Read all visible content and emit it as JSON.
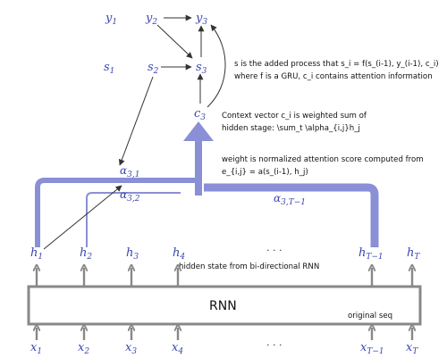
{
  "decoder": {
    "y1": "y",
    "y1_sub": "1",
    "y2": "y",
    "y2_sub": "2",
    "y3": "y",
    "y3_sub": "3",
    "s1": "s",
    "s1_sub": "1",
    "s2": "s",
    "s2_sub": "2",
    "s3": "s",
    "s3_sub": "3",
    "c3": "c",
    "c3_sub": "3"
  },
  "weights": {
    "a31": "α",
    "a31_sub": "3,1",
    "a32": "α",
    "a32_sub": "3,2",
    "a3T": "α",
    "a3T_sub": "3,T−1"
  },
  "hidden": {
    "symbol": "h",
    "subs": [
      "1",
      "2",
      "3",
      "4",
      "T−1",
      "T"
    ],
    "dots": "· · ·"
  },
  "inputs": {
    "symbol": "x",
    "subs": [
      "1",
      "2",
      "3",
      "4",
      "T−1",
      "T"
    ],
    "dots": "· · ·"
  },
  "annotations": {
    "s_process_line1": "s is the added process that s_i = f(s_(i-1), y_(i-1), c_i)",
    "s_process_line2": "where f is a GRU, c_i contains attention information",
    "context_line1": "Context vector c_i is weighted sum of",
    "context_line2": "hidden stage: \\sum_t \\alpha_{i,j}h_j",
    "weight_line1": "weight is normalized attention score computed from",
    "weight_line2": "e_{i,j} = a(s_(i-1), h_j)",
    "hidden_state": "hidden state from bi-directional RNN",
    "rnn": "RNN",
    "original_seq": "original seq"
  },
  "colors": {
    "accent": "#3b46b0",
    "attention": "#8a8fd6",
    "rnn_box": "#888888",
    "arrow_dark": "#333333"
  }
}
